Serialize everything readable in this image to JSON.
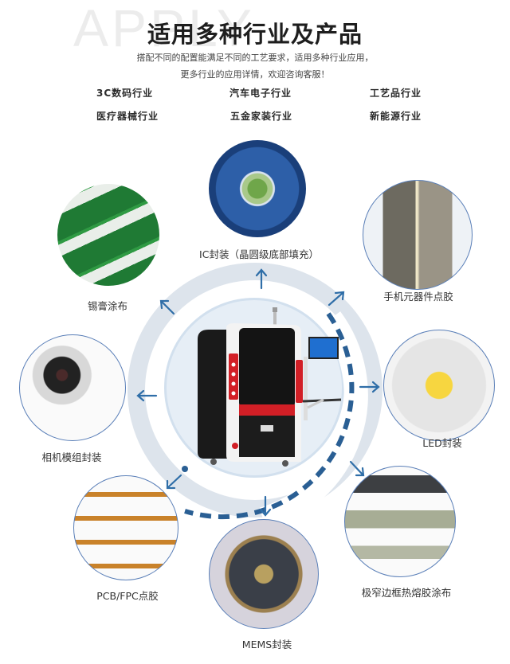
{
  "header": {
    "watermark": "APPLY",
    "title": "适用多种行业及产品",
    "subtitle_line1": "搭配不同的配置能满足不同的工艺要求，适用多种行业应用，",
    "subtitle_line2": "更多行业的应用详情，欢迎咨询客服！"
  },
  "industries": [
    {
      "label": "3C数码行业"
    },
    {
      "label": "汽车电子行业"
    },
    {
      "label": "工艺品行业"
    },
    {
      "label": "医疗器械行业"
    },
    {
      "label": "五金家装行业"
    },
    {
      "label": "新能源行业"
    }
  ],
  "applications": [
    {
      "label": "IC封装（晶圆级底部填充）",
      "icon": "ic-chip-image"
    },
    {
      "label": "锡膏涂布",
      "icon": "green-pcb-image"
    },
    {
      "label": "手机元器件点胶",
      "icon": "phone-internals-image"
    },
    {
      "label": "相机模组封装",
      "icon": "camera-module-image"
    },
    {
      "label": "LED封装",
      "icon": "led-image"
    },
    {
      "label": "PCB/FPC点胶",
      "icon": "fpc-image"
    },
    {
      "label": "MEMS封装",
      "icon": "mems-image"
    },
    {
      "label": "极窄边框热熔胶涂布",
      "icon": "lcd-panel-image"
    }
  ],
  "colors": {
    "arrow": "#2f6ea8",
    "dash": "#2a5f94",
    "ring": "#dde4ec",
    "inner": "#e6eef6",
    "machine_red": "#d21f26"
  }
}
